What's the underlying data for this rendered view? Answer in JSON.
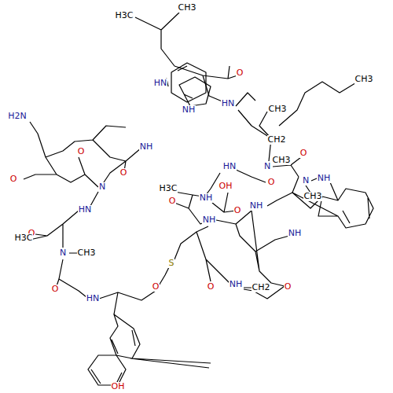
{
  "diagram": {
    "labels": [
      "CH3",
      "H3C",
      "CH3",
      "CH3",
      "HN",
      "O",
      "HN",
      "NH",
      "CH2",
      "N",
      "CH3",
      "O",
      "N",
      "CH3",
      "NH",
      "HN",
      "OH",
      "O",
      "H2N",
      "O",
      "O",
      "N",
      "O",
      "NH",
      "HN",
      "O",
      "N",
      "CH3",
      "H3C",
      "O",
      "HN",
      "O",
      "S",
      "H3C",
      "NH",
      "NH",
      "O",
      "O",
      "NH",
      "NH",
      "O",
      "NH",
      "CH2",
      "O",
      "OH"
    ]
  }
}
